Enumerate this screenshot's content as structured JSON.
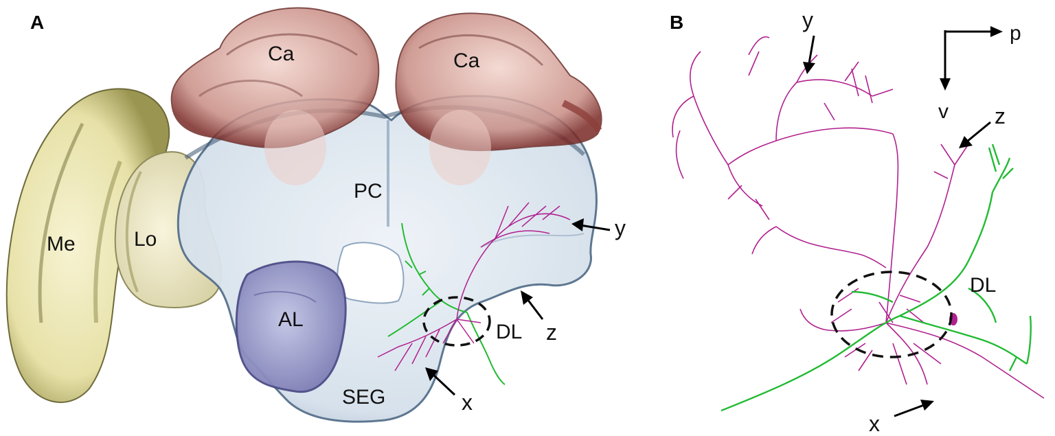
{
  "panels": {
    "a": {
      "letter": "A",
      "regions": {
        "medulla": "Me",
        "lobula": "Lo",
        "calyx_left": "Ca",
        "calyx_right": "Ca",
        "protocerebrum": "PC",
        "antennal_lobe": "AL",
        "subesophageal_ganglion": "SEG",
        "dorsal_lobe": "DL"
      },
      "markers": {
        "x": "x",
        "y": "y",
        "z": "z"
      }
    },
    "b": {
      "letter": "B",
      "orientation": {
        "posterior": "p",
        "ventral": "v"
      },
      "region": "DL",
      "markers": {
        "x": "x",
        "y": "y",
        "z": "z"
      }
    }
  },
  "colors": {
    "neuron_magenta": "#b0208f",
    "neuron_green": "#22bb33",
    "brain_blue": "#dbe5ef",
    "brain_outline": "#3e5873",
    "calyx": "#9a4a48",
    "optic_lobe": "#ece8b4",
    "antennal_lobe": "#9c9ccc"
  }
}
